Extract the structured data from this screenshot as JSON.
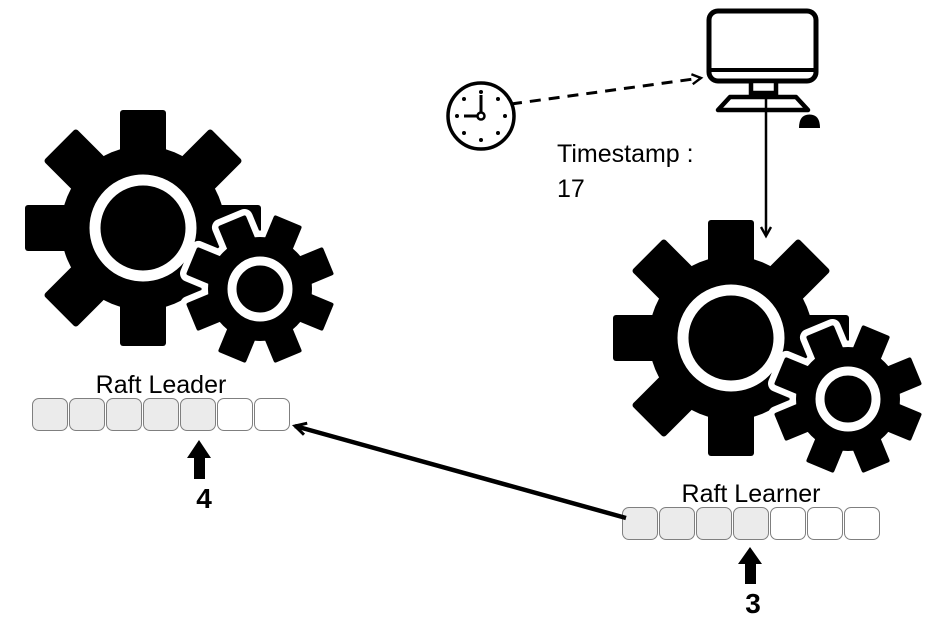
{
  "timestamp": {
    "label": "Timestamp :",
    "value": "17"
  },
  "leader_log": {
    "label": "Raft Leader",
    "cells_total": 7,
    "cells_filled": 5,
    "pointer_value": "4"
  },
  "learner_log": {
    "label": "Raft Learner",
    "cells_total": 7,
    "cells_filled": 4,
    "pointer_value": "3"
  },
  "icons": {
    "clock": "clock-icon",
    "computer": "computer-icon",
    "leader_gears": "gears-icon",
    "learner_gears": "gears-icon"
  },
  "connectors": {
    "clock_to_computer": "dashed-arrow",
    "computer_to_learner": "down-arrow",
    "learner_to_leader": "replicate-arrow",
    "leader_pointer": "up-arrow",
    "learner_pointer": "up-arrow"
  },
  "colors": {
    "ink": "#000000",
    "cell_filled": "#ebebeb",
    "cell_empty": "#ffffff",
    "cell_border": "#7f7f7f",
    "background": "#ffffff"
  }
}
